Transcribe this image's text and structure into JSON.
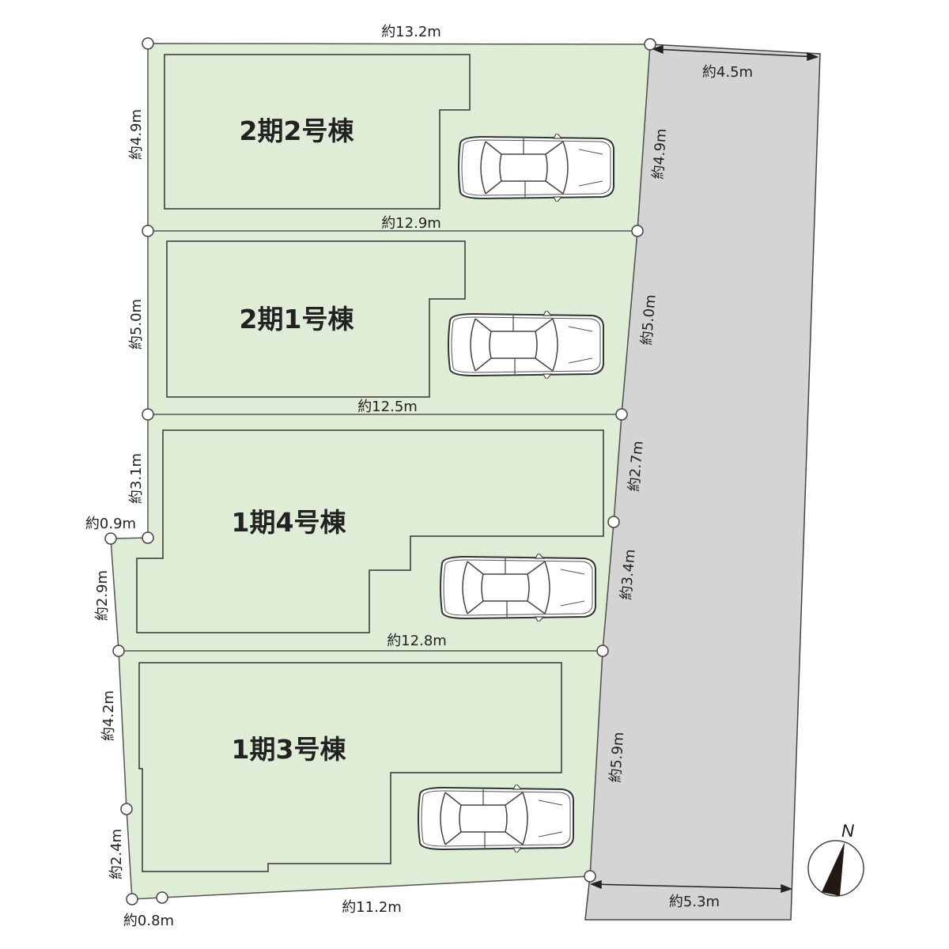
{
  "colors": {
    "lot": "#dfecd6",
    "road": "#d4d4d4",
    "line": "#444444"
  },
  "buildings": [
    {
      "label": "2期2号棟"
    },
    {
      "label": "2期1号棟"
    },
    {
      "label": "1期4号棟"
    },
    {
      "label": "1期3号棟"
    }
  ],
  "dimensions": [
    {
      "text": "約13.2m"
    },
    {
      "text": "約4.5m"
    },
    {
      "text": "約4.9m"
    },
    {
      "text": "約4.9m"
    },
    {
      "text": "約12.9m"
    },
    {
      "text": "約5.0m"
    },
    {
      "text": "約5.0m"
    },
    {
      "text": "約12.5m"
    },
    {
      "text": "約3.1m"
    },
    {
      "text": "約2.7m"
    },
    {
      "text": "約0.9m"
    },
    {
      "text": "約2.9m"
    },
    {
      "text": "約3.4m"
    },
    {
      "text": "約12.8m"
    },
    {
      "text": "約4.2m"
    },
    {
      "text": "約5.9m"
    },
    {
      "text": "約2.4m"
    },
    {
      "text": "約11.2m"
    },
    {
      "text": "約0.8m"
    },
    {
      "text": "約5.3m"
    }
  ],
  "compass": {
    "label": "N"
  }
}
